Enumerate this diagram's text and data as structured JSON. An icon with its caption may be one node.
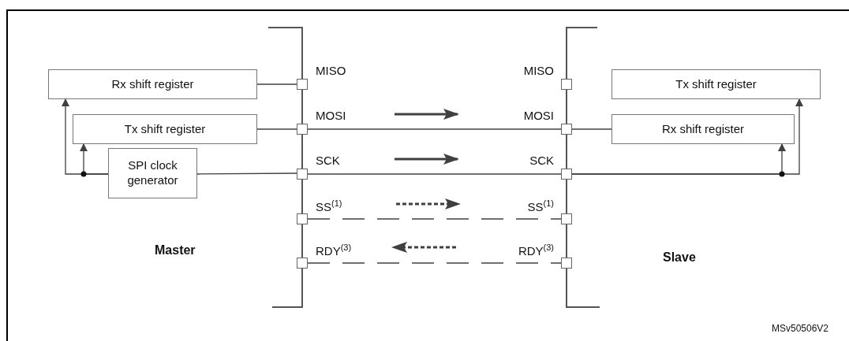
{
  "diagram": {
    "nodes": [
      {
        "text": [
          "Rx shift register"
        ]
      },
      {
        "text": [
          "Tx shift register"
        ]
      },
      {
        "text": [
          "SPI clock generator"
        ]
      },
      {
        "text": [],
        "shape": "box",
        "beside": [
          "MISO"
        ]
      },
      {
        "text": [],
        "shape": "box",
        "beside": [
          "MOSI"
        ]
      },
      {
        "text": [],
        "shape": "box",
        "beside": [
          "SCK"
        ]
      },
      {
        "text": [],
        "shape": "box",
        "beside": [
          "SS$^{(1)}$"
        ]
      },
      {
        "text": [],
        "shape": "box",
        "beside": [
          "RDY$^{(3)}$"
        ]
      },
      {
        "text": [],
        "shape": "box",
        "beside": [
          "MISO"
        ]
      },
      {
        "text": [],
        "shape": "box",
        "beside": [
          "MOSI"
        ]
      },
      {
        "text": [],
        "shape": "box",
        "beside": [
          "SCK"
        ]
      },
      {
        "text": [],
        "shape": "box",
        "beside": [
          "SS$^{(1)}$"
        ]
      },
      {
        "text": [],
        "shape": "box",
        "beside": [
          "RDY$^{(3)}$"
        ]
      },
      {
        "text": [
          "Tx shift register"
        ]
      },
      {
        "text": [
          "Rx shift register"
        ]
      }
    ],
    "edges": [
      {
        "from": 2,
        "to": 0,
        "arrow": "to"
      },
      {
        "from": 2,
        "to": 1,
        "arrow": "to"
      },
      {
        "from": 2,
        "to": 5,
        "arrow": "none"
      },
      {
        "from": 0,
        "to": 3,
        "arrow": "none"
      },
      {
        "from": 1,
        "to": 4,
        "arrow": "none"
      },
      {
        "from": 4,
        "to": 9,
        "arrow": "none"
      },
      {
        "from": 5,
        "to": 10,
        "arrow": "none"
      },
      {
        "from": 6,
        "to": 11,
        "arrow": "none",
        "style": "dashed"
      },
      {
        "from": 7,
        "to": 12,
        "arrow": "none",
        "style": "dashed"
      },
      {
        "from": 9,
        "to": 14,
        "arrow": "none"
      },
      {
        "from": 10,
        "to": 13,
        "arrow": "to"
      },
      {
        "from": 10,
        "to": 14,
        "arrow": "to"
      }
    ],
    "labels": [
      "Master",
      "Slave",
      "MSv50506V2"
    ]
  }
}
